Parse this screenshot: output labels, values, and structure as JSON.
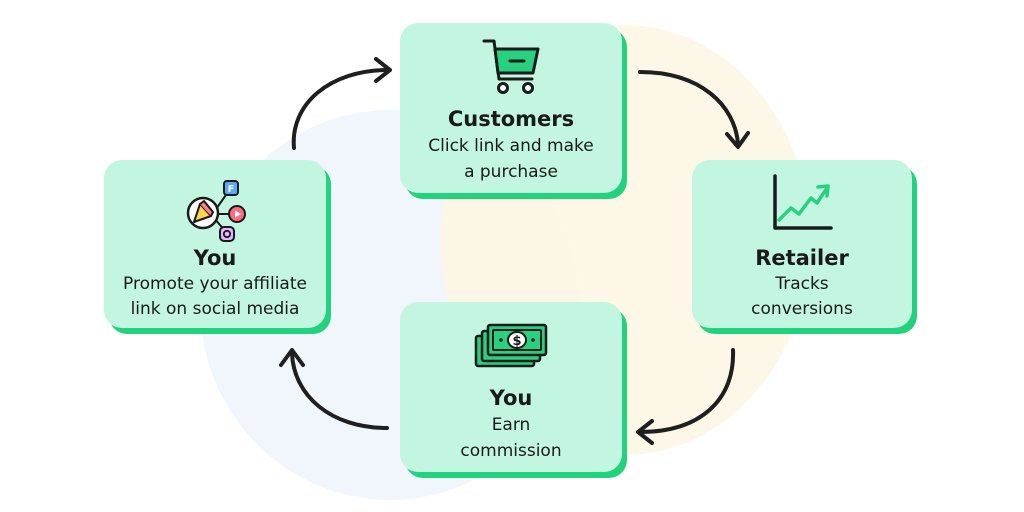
{
  "colors": {
    "card_fill": "#c3f6e0",
    "card_shadow": "#22d37d",
    "accent_green": "#27d17f",
    "arrow": "#1f1f1f"
  },
  "steps": [
    {
      "id": "customers",
      "icon": "shopping-cart-icon",
      "title": "Customers",
      "description_lines": [
        "Click link and make",
        "a purchase"
      ]
    },
    {
      "id": "retailer",
      "icon": "rising-chart-icon",
      "title": "Retailer",
      "description_lines": [
        "Tracks",
        "conversions"
      ]
    },
    {
      "id": "earn",
      "icon": "money-stack-icon",
      "title": "You",
      "description_lines": [
        "Earn",
        "commission"
      ]
    },
    {
      "id": "promote",
      "icon": "social-media-megaphone-icon",
      "title": "You",
      "description_lines": [
        "Promote your affiliate",
        "link on social media"
      ],
      "icon_badges": [
        "F"
      ]
    }
  ],
  "flow": [
    "customers",
    "retailer",
    "earn",
    "promote",
    "customers"
  ]
}
